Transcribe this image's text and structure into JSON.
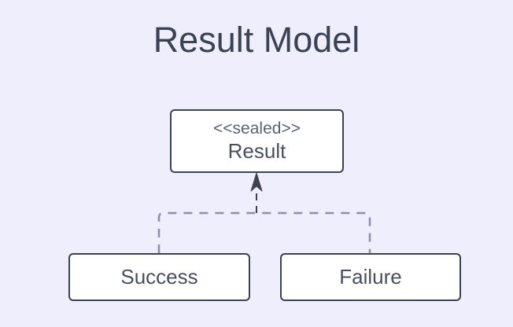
{
  "diagram": {
    "title": "Result Model",
    "background_color": "#eeeefd",
    "title_color": "#3a4254",
    "node_fill": "#ffffff",
    "node_border_color": "#3d4251",
    "connector_color": "#8b8fb0",
    "arrow_color": "#3d4251",
    "type": "uml-class-diagram",
    "relationship": "generalization-dashed"
  },
  "nodes": {
    "parent": {
      "stereotype": "<<sealed>>",
      "name": "Result"
    },
    "children": [
      {
        "name": "Success"
      },
      {
        "name": "Failure"
      }
    ]
  }
}
